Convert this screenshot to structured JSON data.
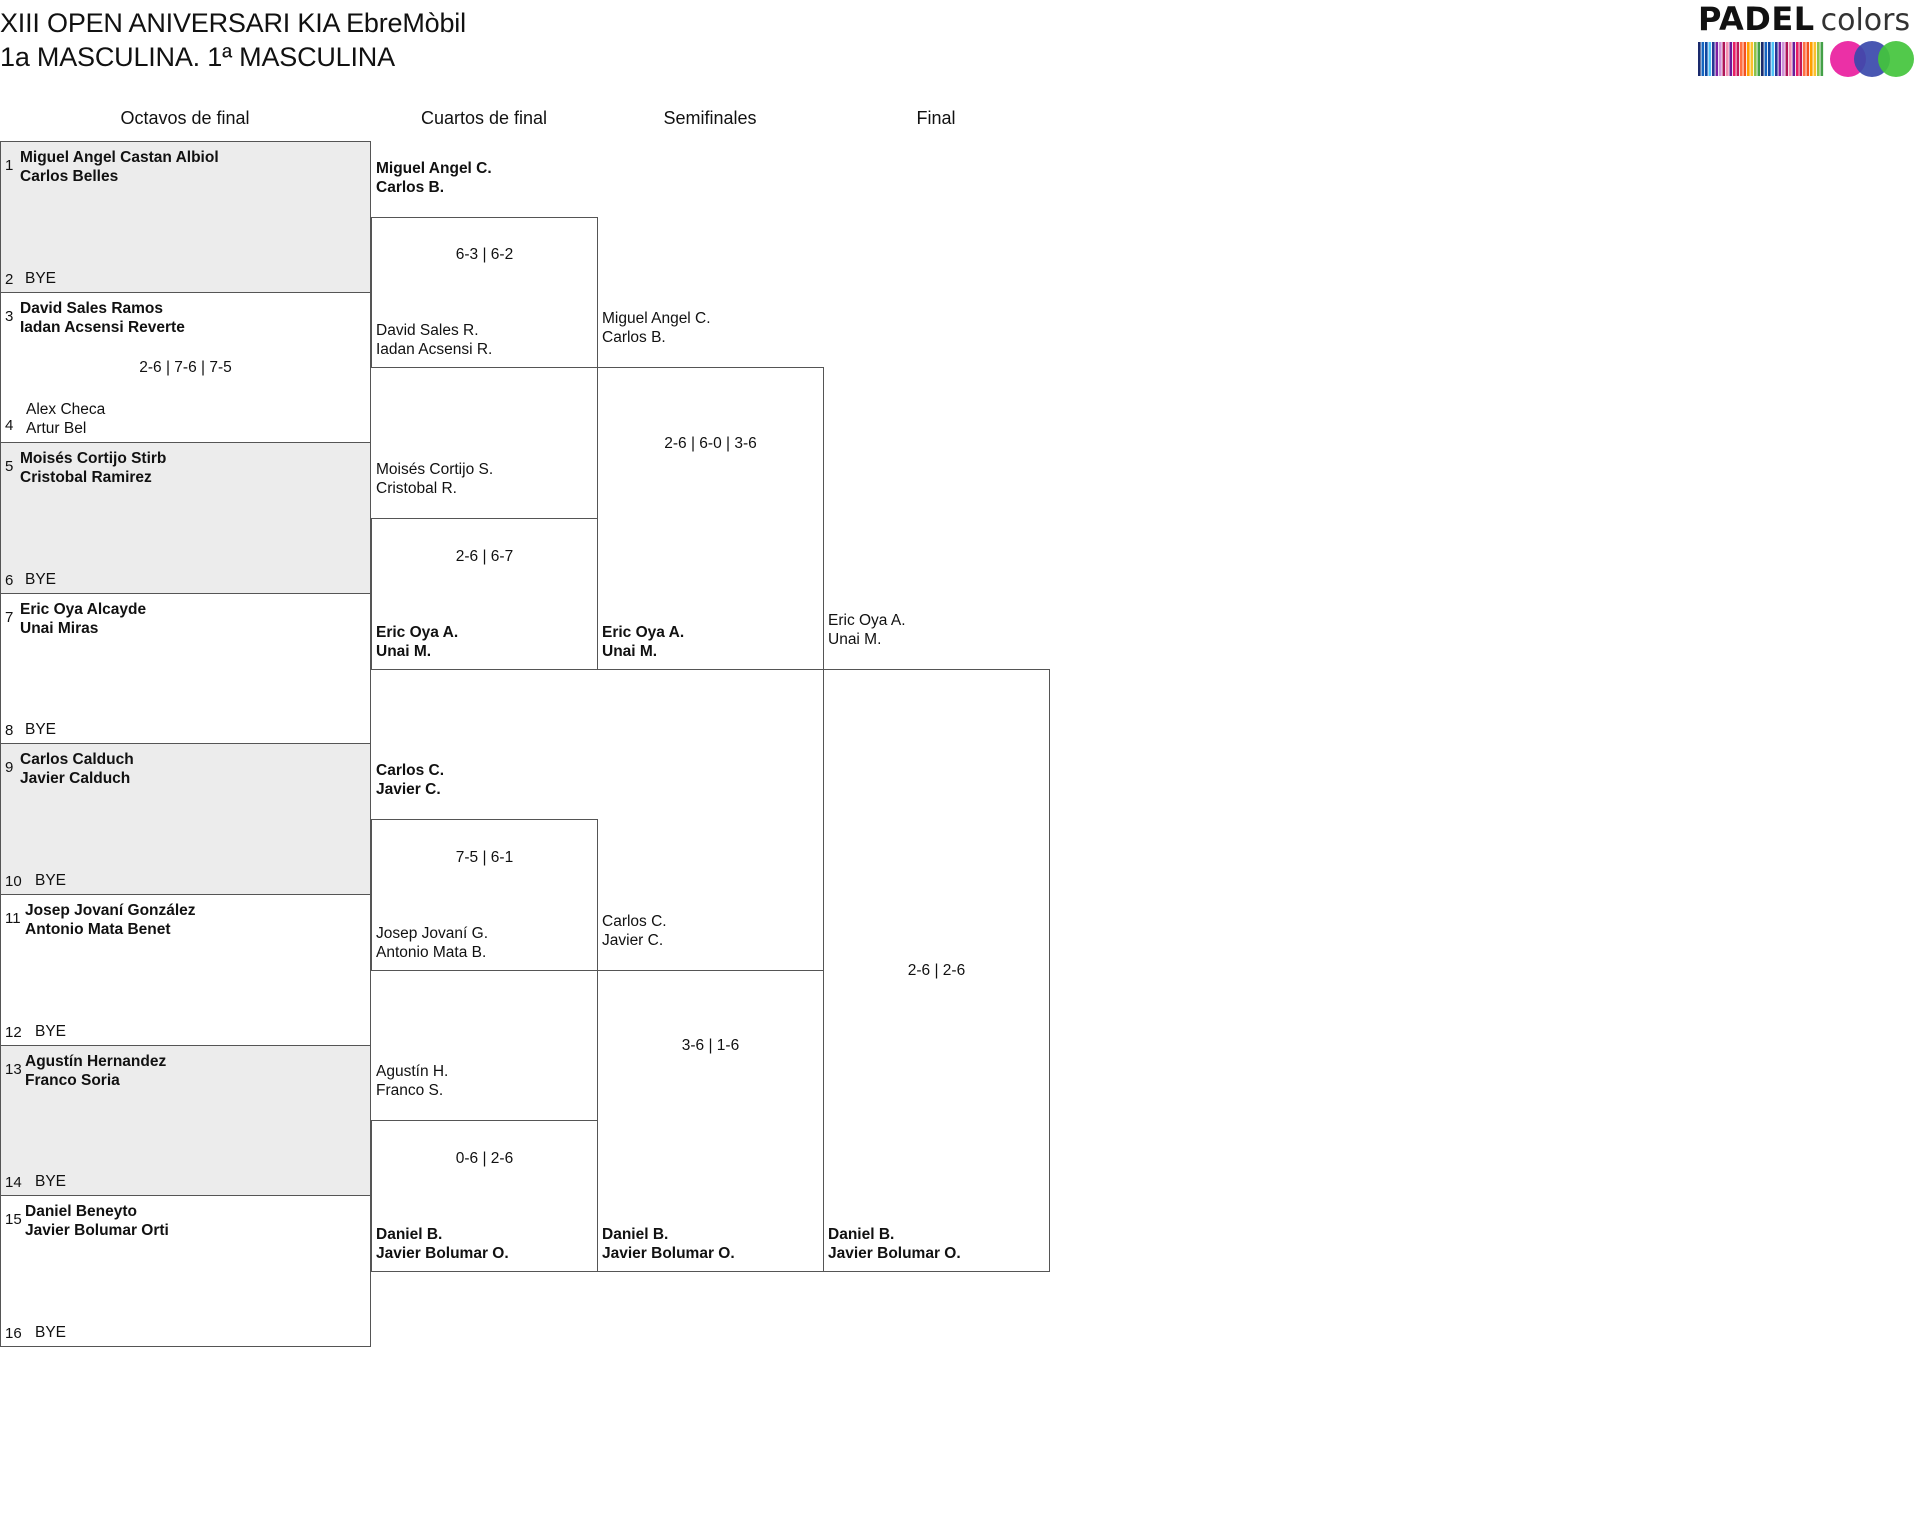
{
  "header": {
    "title": "XIII OPEN ANIVERSARI KIA EbreMòbil",
    "subtitle": "1a MASCULINA. 1ª MASCULINA"
  },
  "logo": {
    "word1": "PADEL",
    "word2": "colors",
    "stripe_colors": [
      "#1a2a6c",
      "#1565c0",
      "#0d47a1",
      "#4fc3f7",
      "#283593",
      "#7b1fa2",
      "#ce93d8",
      "#ad1457",
      "#f48fb1",
      "#6a1b9a",
      "#e91e63",
      "#c2185b",
      "#ff7043",
      "#f4511e",
      "#ffa000",
      "#fbc02d",
      "#8bc34a",
      "#43a047"
    ],
    "ball_colors": [
      "#e91e9e",
      "#3949ab",
      "#43c43c"
    ]
  },
  "rounds": [
    "Octavos de final",
    "Cuartos de final",
    "Semifinales",
    "Final"
  ],
  "round_of_16": [
    {
      "shaded": true,
      "top": {
        "seed": "1",
        "names": [
          "Miguel Angel Castan Albiol",
          "Carlos Belles"
        ],
        "winner": true
      },
      "bottom": {
        "seed": "2",
        "bye": "BYE"
      },
      "score": ""
    },
    {
      "shaded": false,
      "top": {
        "seed": "3",
        "names": [
          "David Sales Ramos",
          "Iadan Acsensi Reverte"
        ],
        "winner": true
      },
      "bottom": {
        "seed": "4",
        "names": [
          "Alex Checa",
          "Artur Bel"
        ],
        "winner": false
      },
      "score": "2-6 | 7-6 | 7-5"
    },
    {
      "shaded": true,
      "top": {
        "seed": "5",
        "names": [
          "Moisés Cortijo Stirb",
          "Cristobal Ramirez"
        ],
        "winner": true
      },
      "bottom": {
        "seed": "6",
        "bye": "BYE"
      },
      "score": ""
    },
    {
      "shaded": false,
      "top": {
        "seed": "7",
        "names": [
          "Eric Oya Alcayde",
          "Unai Miras"
        ],
        "winner": true
      },
      "bottom": {
        "seed": "8",
        "bye": "BYE"
      },
      "score": ""
    },
    {
      "shaded": true,
      "top": {
        "seed": "9",
        "names": [
          "Carlos Calduch",
          "Javier Calduch"
        ],
        "winner": true
      },
      "bottom": {
        "seed": "10",
        "bye": "BYE"
      },
      "score": ""
    },
    {
      "shaded": false,
      "top": {
        "seed": "11",
        "names": [
          "Josep Jovaní González",
          "Antonio Mata Benet"
        ],
        "winner": true
      },
      "bottom": {
        "seed": "12",
        "bye": "BYE"
      },
      "score": ""
    },
    {
      "shaded": true,
      "top": {
        "seed": "13",
        "names": [
          "Agustín Hernandez",
          "Franco Soria"
        ],
        "winner": true
      },
      "bottom": {
        "seed": "14",
        "bye": "BYE"
      },
      "score": ""
    },
    {
      "shaded": false,
      "top": {
        "seed": "15",
        "names": [
          "Daniel Beneyto",
          "Javier Bolumar Orti"
        ],
        "winner": true
      },
      "bottom": {
        "seed": "16",
        "bye": "BYE"
      },
      "score": ""
    }
  ],
  "quarterfinals": [
    {
      "top": {
        "names": [
          "Miguel Angel C.",
          "Carlos B."
        ],
        "winner": true
      },
      "bottom": {
        "names": [
          "David Sales R.",
          "Iadan Acsensi R."
        ],
        "winner": false
      },
      "score": "6-3 | 6-2"
    },
    {
      "top": {
        "names": [
          "Moisés Cortijo S.",
          "Cristobal R."
        ],
        "winner": false
      },
      "bottom": {
        "names": [
          "Eric Oya A.",
          "Unai M."
        ],
        "winner": true
      },
      "score": "2-6 | 6-7"
    },
    {
      "top": {
        "names": [
          "Carlos C.",
          "Javier C."
        ],
        "winner": true
      },
      "bottom": {
        "names": [
          "Josep Jovaní G.",
          "Antonio Mata B."
        ],
        "winner": false
      },
      "score": "7-5 | 6-1"
    },
    {
      "top": {
        "names": [
          "Agustín H.",
          "Franco S."
        ],
        "winner": false
      },
      "bottom": {
        "names": [
          "Daniel B.",
          "Javier Bolumar O."
        ],
        "winner": true
      },
      "score": "0-6 | 2-6"
    }
  ],
  "semifinals": [
    {
      "top": {
        "names": [
          "Miguel Angel C.",
          "Carlos B."
        ],
        "winner": false
      },
      "bottom": {
        "names": [
          "Eric Oya A.",
          "Unai M."
        ],
        "winner": true
      },
      "score": "2-6 | 6-0 | 3-6"
    },
    {
      "top": {
        "names": [
          "Carlos C.",
          "Javier C."
        ],
        "winner": false
      },
      "bottom": {
        "names": [
          "Daniel B.",
          "Javier Bolumar O."
        ],
        "winner": true
      },
      "score": "3-6 | 1-6"
    }
  ],
  "final": {
    "top": {
      "names": [
        "Eric Oya A.",
        "Unai M."
      ],
      "winner": false
    },
    "bottom": {
      "names": [
        "Daniel B.",
        "Javier Bolumar O."
      ],
      "winner": true
    },
    "score": "2-6 | 2-6"
  }
}
